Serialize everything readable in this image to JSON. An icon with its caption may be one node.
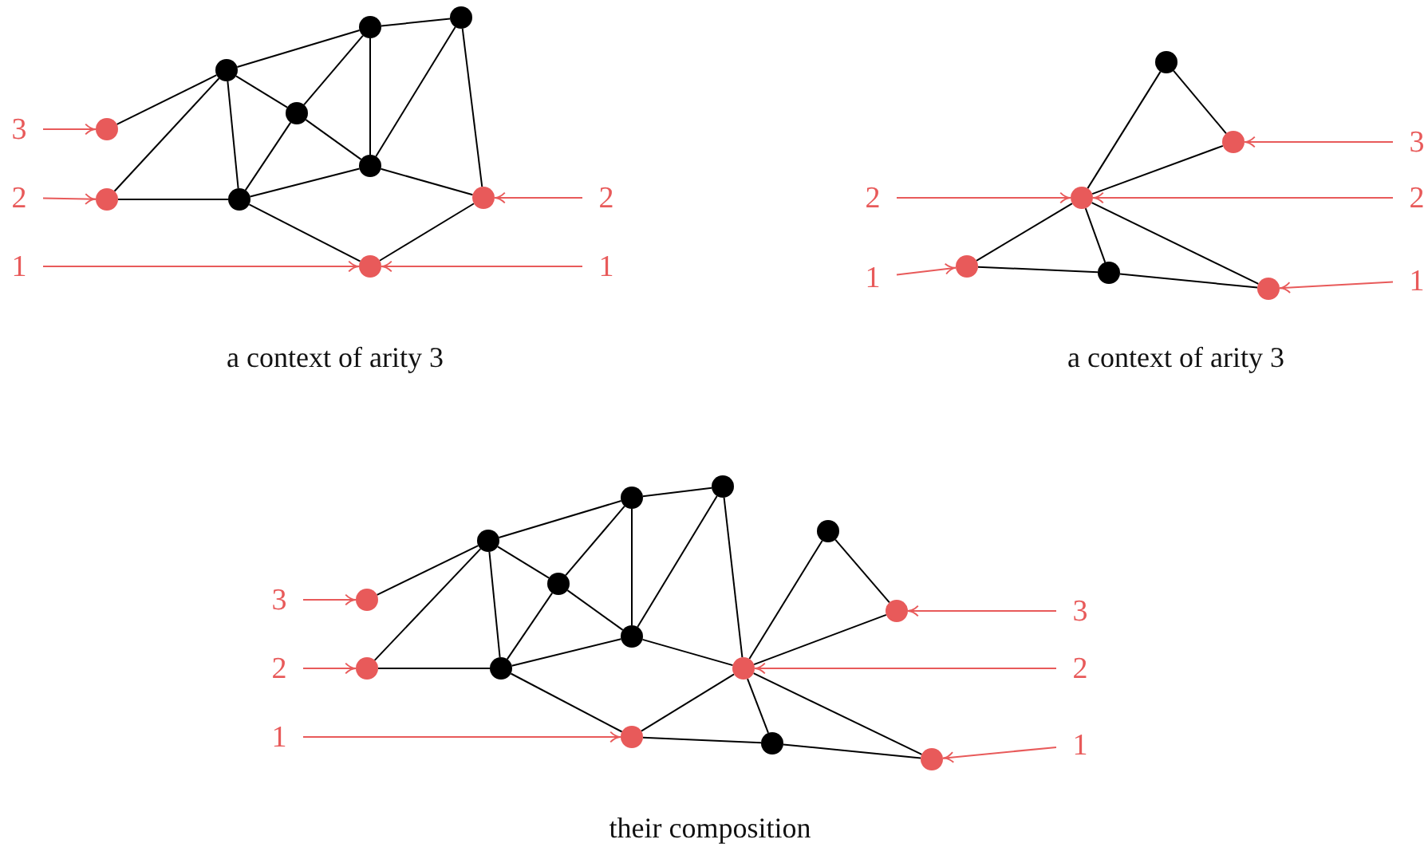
{
  "diagram": {
    "nodes": [
      {
        "text": [],
        "shape": "circle"
      },
      {
        "text": [],
        "shape": "circle"
      },
      {
        "text": [],
        "shape": "circle"
      },
      {
        "text": [],
        "shape": "circle"
      },
      {
        "text": [],
        "shape": "circle"
      },
      {
        "text": [],
        "shape": "circle"
      },
      {
        "text": [],
        "shape": "circle"
      },
      {
        "text": [],
        "shape": "circle"
      },
      {
        "text": [],
        "shape": "circle"
      },
      {
        "text": [],
        "shape": "circle"
      },
      {
        "text": [
          "3"
        ]
      },
      {
        "text": [
          "2"
        ]
      },
      {
        "text": [
          "2"
        ]
      },
      {
        "text": [
          "1"
        ]
      },
      {
        "text": [
          "1"
        ]
      },
      {
        "text": [],
        "shape": "circle"
      },
      {
        "text": [],
        "shape": "circle"
      },
      {
        "text": [],
        "shape": "circle"
      },
      {
        "text": [],
        "shape": "circle"
      },
      {
        "text": [],
        "shape": "circle"
      },
      {
        "text": [],
        "shape": "circle"
      },
      {
        "text": [
          "3"
        ]
      },
      {
        "text": [
          "2"
        ]
      },
      {
        "text": [
          "2"
        ]
      },
      {
        "text": [
          "1"
        ]
      },
      {
        "text": [
          "1"
        ]
      },
      {
        "text": [],
        "shape": "circle"
      },
      {
        "text": [],
        "shape": "circle"
      },
      {
        "text": [],
        "shape": "circle"
      },
      {
        "text": [],
        "shape": "circle"
      },
      {
        "text": [],
        "shape": "circle"
      },
      {
        "text": [],
        "shape": "circle"
      },
      {
        "text": [],
        "shape": "circle"
      },
      {
        "text": [],
        "shape": "circle"
      },
      {
        "text": [],
        "shape": "circle"
      },
      {
        "text": [],
        "shape": "circle"
      },
      {
        "text": [],
        "shape": "circle"
      },
      {
        "text": [],
        "shape": "circle"
      },
      {
        "text": [],
        "shape": "circle"
      },
      {
        "text": [],
        "shape": "circle"
      },
      {
        "text": [
          "3"
        ]
      },
      {
        "text": [
          "3"
        ]
      },
      {
        "text": [
          "2"
        ]
      },
      {
        "text": [
          "2"
        ]
      },
      {
        "text": [
          "1"
        ]
      },
      {
        "text": [
          "1"
        ]
      }
    ],
    "edges": [
      {
        "from": 2,
        "to": 1,
        "arrow": "none"
      },
      {
        "from": 1,
        "to": 0,
        "arrow": "none"
      },
      {
        "from": 2,
        "to": 4,
        "arrow": "none"
      },
      {
        "from": 2,
        "to": 7,
        "arrow": "none"
      },
      {
        "from": 2,
        "to": 8,
        "arrow": "none"
      },
      {
        "from": 2,
        "to": 3,
        "arrow": "none"
      },
      {
        "from": 3,
        "to": 1,
        "arrow": "none"
      },
      {
        "from": 3,
        "to": 8,
        "arrow": "none"
      },
      {
        "from": 3,
        "to": 5,
        "arrow": "none"
      },
      {
        "from": 1,
        "to": 5,
        "arrow": "none"
      },
      {
        "from": 0,
        "to": 5,
        "arrow": "none"
      },
      {
        "from": 0,
        "to": 6,
        "arrow": "none"
      },
      {
        "from": 5,
        "to": 8,
        "arrow": "none"
      },
      {
        "from": 5,
        "to": 6,
        "arrow": "none"
      },
      {
        "from": 7,
        "to": 8,
        "arrow": "none"
      },
      {
        "from": 8,
        "to": 9,
        "arrow": "none"
      },
      {
        "from": 9,
        "to": 6,
        "arrow": "none"
      },
      {
        "from": 10,
        "to": 4,
        "arrow": "to",
        "color": "#e85a5a"
      },
      {
        "from": 11,
        "to": 7,
        "arrow": "to",
        "color": "#e85a5a"
      },
      {
        "from": 12,
        "to": 6,
        "arrow": "to",
        "color": "#e85a5a"
      },
      {
        "from": 13,
        "to": 9,
        "arrow": "to",
        "color": "#e85a5a"
      },
      {
        "from": 14,
        "to": 9,
        "arrow": "to",
        "color": "#e85a5a"
      },
      {
        "from": 15,
        "to": 16,
        "arrow": "none"
      },
      {
        "from": 15,
        "to": 17,
        "arrow": "none"
      },
      {
        "from": 16,
        "to": 17,
        "arrow": "none"
      },
      {
        "from": 17,
        "to": 18,
        "arrow": "none"
      },
      {
        "from": 17,
        "to": 19,
        "arrow": "none"
      },
      {
        "from": 17,
        "to": 20,
        "arrow": "none"
      },
      {
        "from": 18,
        "to": 19,
        "arrow": "none"
      },
      {
        "from": 19,
        "to": 20,
        "arrow": "none"
      },
      {
        "from": 21,
        "to": 16,
        "arrow": "to",
        "color": "#e85a5a"
      },
      {
        "from": 22,
        "to": 17,
        "arrow": "to",
        "color": "#e85a5a"
      },
      {
        "from": 23,
        "to": 17,
        "arrow": "to",
        "color": "#e85a5a"
      },
      {
        "from": 24,
        "to": 18,
        "arrow": "to",
        "color": "#e85a5a"
      },
      {
        "from": 25,
        "to": 20,
        "arrow": "to",
        "color": "#e85a5a"
      },
      {
        "from": 29,
        "to": 27,
        "arrow": "none"
      },
      {
        "from": 27,
        "to": 26,
        "arrow": "none"
      },
      {
        "from": 29,
        "to": 31,
        "arrow": "none"
      },
      {
        "from": 29,
        "to": 34,
        "arrow": "none"
      },
      {
        "from": 29,
        "to": 35,
        "arrow": "none"
      },
      {
        "from": 29,
        "to": 30,
        "arrow": "none"
      },
      {
        "from": 30,
        "to": 27,
        "arrow": "none"
      },
      {
        "from": 30,
        "to": 35,
        "arrow": "none"
      },
      {
        "from": 30,
        "to": 33,
        "arrow": "none"
      },
      {
        "from": 27,
        "to": 33,
        "arrow": "none"
      },
      {
        "from": 26,
        "to": 33,
        "arrow": "none"
      },
      {
        "from": 26,
        "to": 36,
        "arrow": "none"
      },
      {
        "from": 33,
        "to": 35,
        "arrow": "none"
      },
      {
        "from": 33,
        "to": 36,
        "arrow": "none"
      },
      {
        "from": 34,
        "to": 35,
        "arrow": "none"
      },
      {
        "from": 35,
        "to": 37,
        "arrow": "none"
      },
      {
        "from": 37,
        "to": 36,
        "arrow": "none"
      },
      {
        "from": 28,
        "to": 32,
        "arrow": "none"
      },
      {
        "from": 28,
        "to": 36,
        "arrow": "none"
      },
      {
        "from": 32,
        "to": 36,
        "arrow": "none"
      },
      {
        "from": 36,
        "to": 38,
        "arrow": "none"
      },
      {
        "from": 36,
        "to": 39,
        "arrow": "none"
      },
      {
        "from": 37,
        "to": 38,
        "arrow": "none"
      },
      {
        "from": 38,
        "to": 39,
        "arrow": "none"
      },
      {
        "from": 40,
        "to": 31,
        "arrow": "to",
        "color": "#e85a5a"
      },
      {
        "from": 41,
        "to": 32,
        "arrow": "to",
        "color": "#e85a5a"
      },
      {
        "from": 42,
        "to": 34,
        "arrow": "to",
        "color": "#e85a5a"
      },
      {
        "from": 43,
        "to": 36,
        "arrow": "to",
        "color": "#e85a5a"
      },
      {
        "from": 44,
        "to": 37,
        "arrow": "to",
        "color": "#e85a5a"
      },
      {
        "from": 45,
        "to": 39,
        "arrow": "to",
        "color": "#e85a5a"
      }
    ],
    "labels": [
      "a context of arity 3",
      "a context of arity 3",
      "their composition"
    ]
  }
}
